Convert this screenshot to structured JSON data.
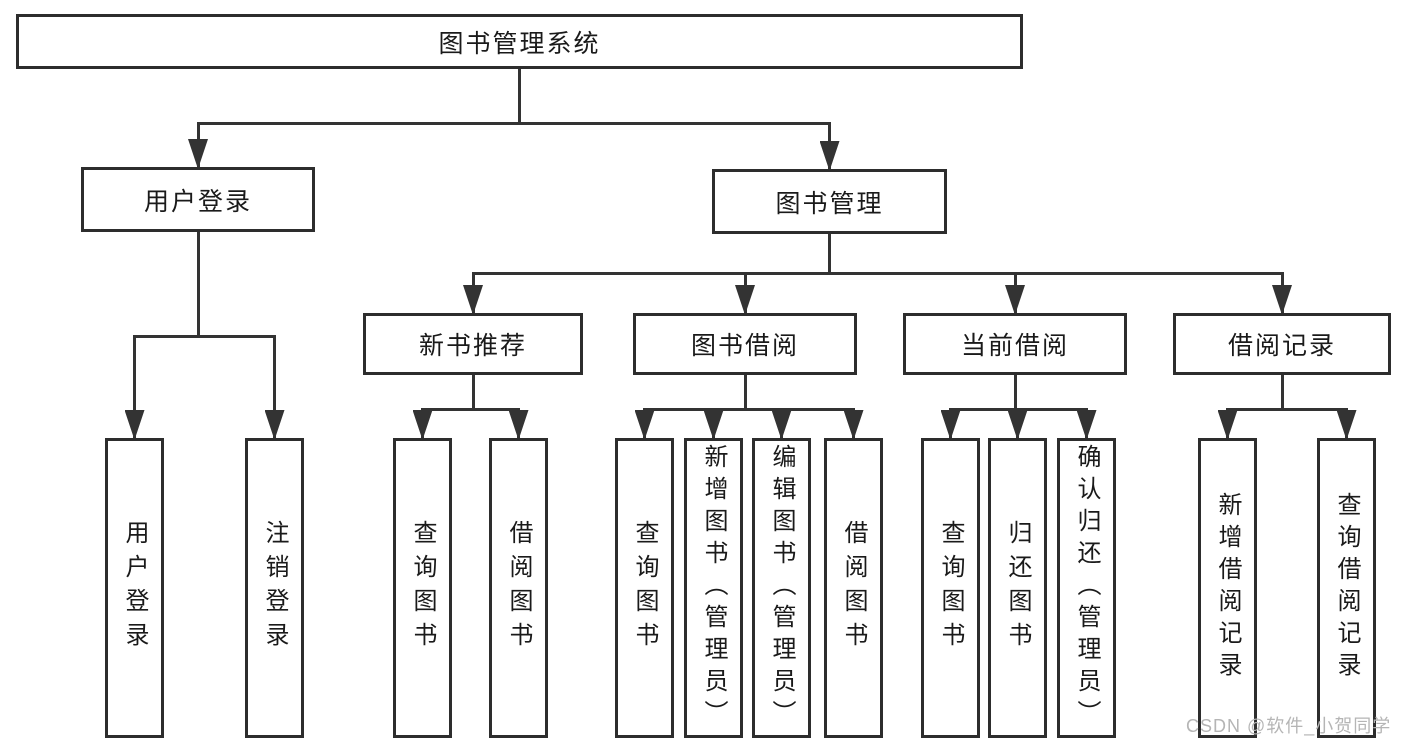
{
  "diagram": {
    "type": "tree",
    "title": "图书管理系统",
    "watermark": "CSDN @软件_小贺同学",
    "colors": {
      "background": "#ffffff",
      "line": "#333333",
      "box_border": "#2d2d2d",
      "text": "#1a1a1a",
      "watermark": "#b5b5b5"
    },
    "nodes": [
      {
        "id": "root",
        "label": "图书管理系统",
        "shape": "horizontal"
      },
      {
        "id": "user-login",
        "label": "用户登录",
        "shape": "horizontal"
      },
      {
        "id": "book-management",
        "label": "图书管理",
        "shape": "horizontal"
      },
      {
        "id": "new-book-recommend",
        "label": "新书推荐",
        "shape": "horizontal"
      },
      {
        "id": "book-borrowing",
        "label": "图书借阅",
        "shape": "horizontal"
      },
      {
        "id": "current-borrowing",
        "label": "当前借阅",
        "shape": "horizontal"
      },
      {
        "id": "borrowing-records",
        "label": "借阅记录",
        "shape": "horizontal"
      },
      {
        "id": "leaf-user-login",
        "label": "用户登录",
        "shape": "vertical"
      },
      {
        "id": "leaf-logout",
        "label": "注销登录",
        "shape": "vertical"
      },
      {
        "id": "leaf-query-books-1",
        "label": "查询图书",
        "shape": "vertical"
      },
      {
        "id": "leaf-borrow-books-1",
        "label": "借阅图书",
        "shape": "vertical"
      },
      {
        "id": "leaf-query-books-2",
        "label": "查询图书",
        "shape": "vertical"
      },
      {
        "id": "leaf-add-books",
        "label": "新增图书（管理员）",
        "shape": "vertical"
      },
      {
        "id": "leaf-edit-books",
        "label": "编辑图书（管理员）",
        "shape": "vertical"
      },
      {
        "id": "leaf-borrow-books-2",
        "label": "借阅图书",
        "shape": "vertical"
      },
      {
        "id": "leaf-query-books-3",
        "label": "查询图书",
        "shape": "vertical"
      },
      {
        "id": "leaf-return-books",
        "label": "归还图书",
        "shape": "vertical"
      },
      {
        "id": "leaf-confirm-return",
        "label": "确认归还（管理员）",
        "shape": "vertical"
      },
      {
        "id": "leaf-add-borrow-record",
        "label": "新增借阅记录",
        "shape": "vertical"
      },
      {
        "id": "leaf-query-borrow-record",
        "label": "查询借阅记录",
        "shape": "vertical"
      }
    ],
    "edges": [
      {
        "from": "root",
        "to": [
          "user-login",
          "book-management"
        ]
      },
      {
        "from": "user-login",
        "to": [
          "leaf-user-login",
          "leaf-logout"
        ]
      },
      {
        "from": "book-management",
        "to": [
          "new-book-recommend",
          "book-borrowing",
          "current-borrowing",
          "borrowing-records"
        ]
      },
      {
        "from": "new-book-recommend",
        "to": [
          "leaf-query-books-1",
          "leaf-borrow-books-1"
        ]
      },
      {
        "from": "book-borrowing",
        "to": [
          "leaf-query-books-2",
          "leaf-add-books",
          "leaf-edit-books",
          "leaf-borrow-books-2"
        ]
      },
      {
        "from": "current-borrowing",
        "to": [
          "leaf-query-books-3",
          "leaf-return-books",
          "leaf-confirm-return"
        ]
      },
      {
        "from": "borrowing-records",
        "to": [
          "leaf-add-borrow-record",
          "leaf-query-borrow-record"
        ]
      }
    ]
  }
}
